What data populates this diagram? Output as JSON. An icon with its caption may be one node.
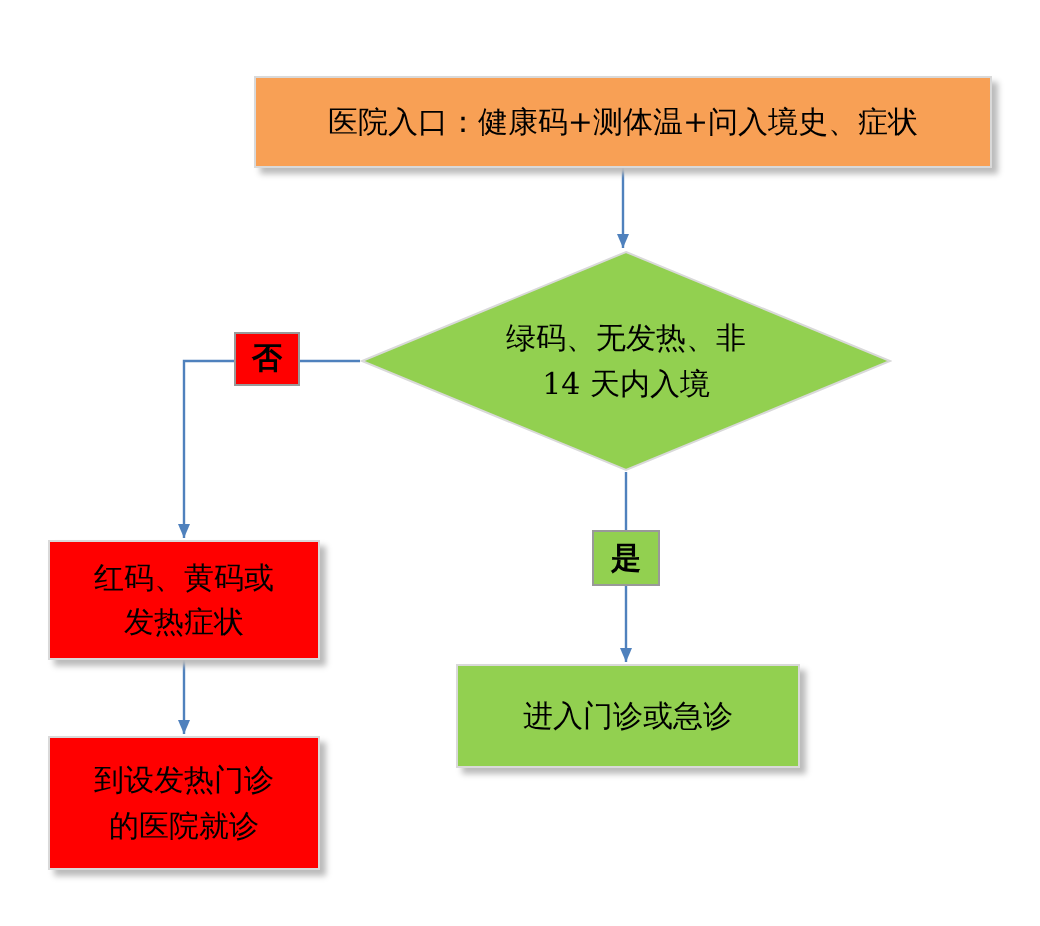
{
  "diagram": {
    "nodes": [
      {
        "text": [
          "医院入口：健康码+测体温+问入境史、症状"
        ]
      },
      {
        "text": [
          "绿码、无发热、非 14 天内入境"
        ]
      },
      {
        "text": [
          "红码、黄码或发热症状"
        ]
      },
      {
        "text": [
          "到设发热门诊的医院就诊"
        ]
      },
      {
        "text": [
          "进入门诊或急诊"
        ]
      }
    ],
    "edges": [
      {
        "from": 0,
        "to": 1,
        "arrow": "to"
      },
      {
        "from": 1,
        "to": 2,
        "arrow": "to",
        "label": "否"
      },
      {
        "from": 2,
        "to": 3,
        "arrow": "to"
      },
      {
        "from": 1,
        "to": 4,
        "arrow": "to",
        "label": "是"
      }
    ]
  }
}
